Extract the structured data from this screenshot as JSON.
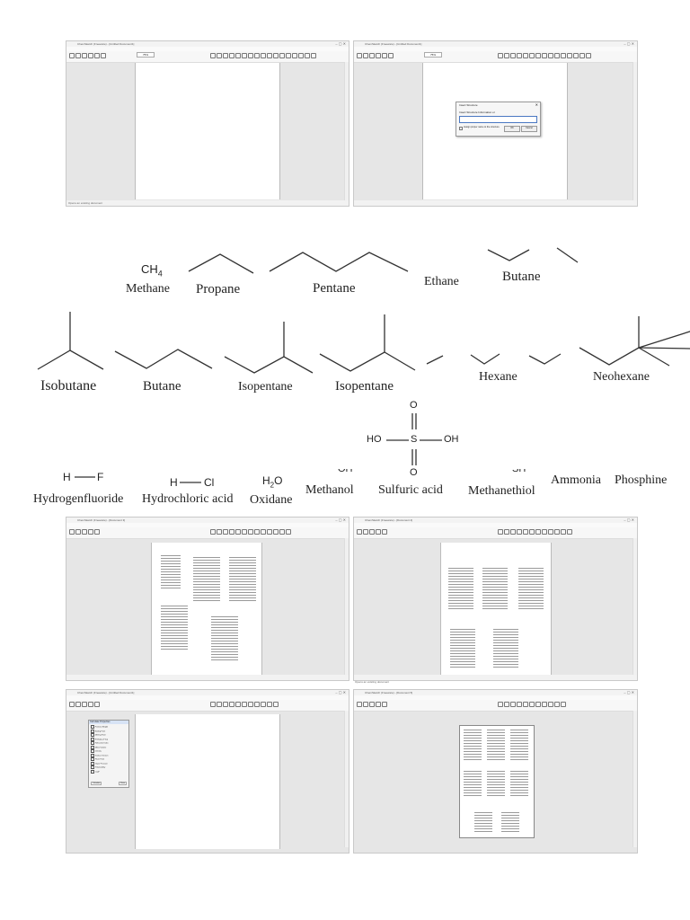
{
  "app": {
    "title_untitled_1": "ChemSketch (Freeware) - [Untitled Document1]",
    "title_untitled_2": "ChemSketch (Freeware) - [Untitled Document1]",
    "title_doc3": "ChemSketch (Freeware) - [Document 3]",
    "title_doc4": "ChemSketch (Freeware) - [Document 4]",
    "title_doc5": "ChemSketch (Freeware) - [Untitled Document1]",
    "title_doc6": "ChemSketch (Freeware) - [Document 5]",
    "menu": "File  Edit  View  Object  Structure  Text  Format  Options  Search  Add-Ins  Window  Help",
    "zoom": "75%",
    "status_1": "Opens an existing document",
    "status_4": "Opens an existing document"
  },
  "dialog": {
    "title": "Insert Structure",
    "prompt": "Insert Structure Information or",
    "checkbox_label": "Assign proper name to the structure",
    "ok": "OK",
    "cancel": "Cancel"
  },
  "properties_panel": {
    "title": "Calculate Properties",
    "items": [
      "Formula Weight",
      "Boiling Point",
      "Melting Point",
      "Enthalpy of Vap",
      "Refractive Index",
      "Molar Volume",
      "Density",
      "Surface Tension",
      "Flash Point",
      "Vapor Pressure",
      "Polarizability",
      "LogP"
    ],
    "button_ok": "Calculate",
    "button_close": "Close"
  },
  "molecules": {
    "methane_formula": "CH",
    "methane_formula_sub": "4",
    "methane": "Methane",
    "propane": "Propane",
    "pentane": "Pentane",
    "ethane": "Ethane",
    "butane_top": "Butane",
    "isobutane": "Isobutane",
    "butane": "Butane",
    "isopentane_1": "Isopentane",
    "isopentane_2": "Isopentane",
    "hexane": "Hexane",
    "neohexane": "Neohexane",
    "hf_h": "H",
    "hf_f": "F",
    "hydrogen_fluoride": "Hydrogenfluoride",
    "hcl_h": "H",
    "hcl_cl": "Cl",
    "hydrochloric_acid": "Hydrochloric acid",
    "water_formula": "H",
    "water_formula_sub": "2",
    "water_formula_o": "O",
    "oxidane": "Oxidane",
    "methanol_oh": "OH",
    "methanol": "Methanol",
    "sulfuric_ho": "HO",
    "sulfuric_s": "S",
    "sulfuric_oh": "OH",
    "sulfuric_o_top": "O",
    "sulfuric_o_bottom": "O",
    "sulfuric_acid": "Sulfuric acid",
    "methanethiol_sh": "SH",
    "methanethiol": "Methanethiol",
    "ammonia": "Ammonia",
    "phosphine": "Phosphine"
  }
}
